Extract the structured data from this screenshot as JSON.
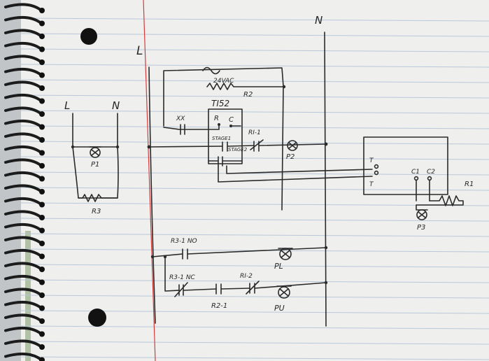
{
  "labels": {
    "n_main": "N",
    "l_main": "L",
    "l_left": "L",
    "n_left": "N",
    "supply": "24VAC",
    "r2": "R2",
    "ti52": "TI52",
    "xx": "XX",
    "r": "R",
    "c": "C",
    "stage1": "STAGE1",
    "stage2": "STAGE2",
    "r1_1": "RI-1",
    "p2": "P2",
    "p1": "P1",
    "r3": "R3",
    "t_top": "T",
    "t_bottom": "T",
    "c1": "C1",
    "c2": "C2",
    "r1": "R1",
    "p3": "P3",
    "r3_1_no": "R3-1 NO",
    "pl": "PL",
    "r3_1_nc": "R3-1 NC",
    "r1_2": "RI-2",
    "r2_1": "R2-1",
    "pu": "PU"
  },
  "colors": {
    "paper": "#efefee",
    "rule_line": "#b9c8d8",
    "margin_line": "#d33b3b",
    "ink": "#2a2a2a",
    "binding": "#1c1c1c"
  }
}
